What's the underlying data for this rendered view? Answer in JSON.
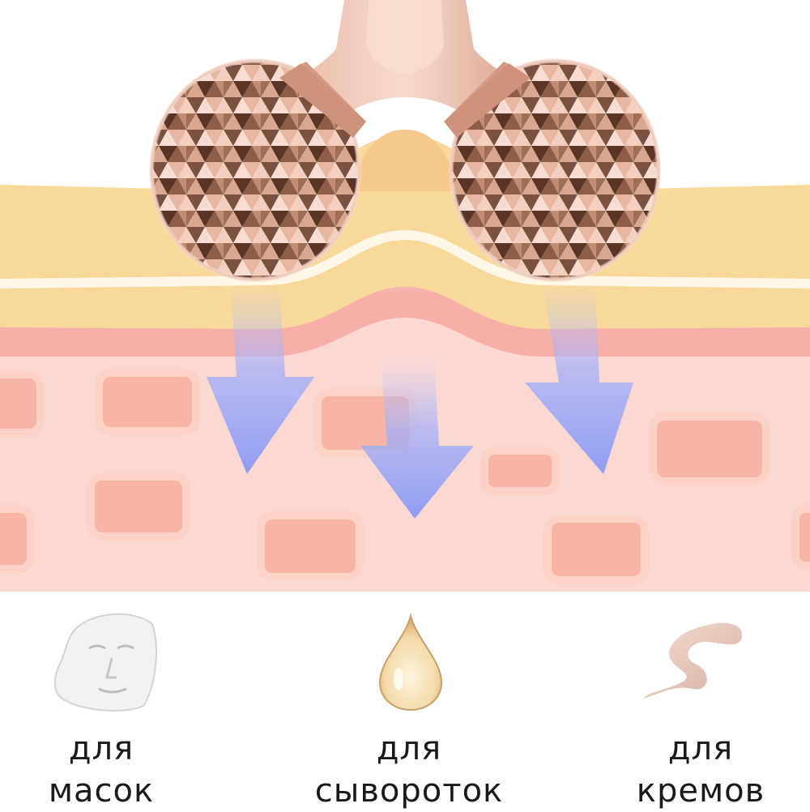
{
  "captions": [
    {
      "line1": "для",
      "line2": "масок"
    },
    {
      "line1": "для",
      "line2": "сыворотoк"
    },
    {
      "line1": "для",
      "line2": "кремов"
    }
  ],
  "icons": [
    "face-mask-icon",
    "serum-drop-icon",
    "cream-smear-icon"
  ],
  "colors": {
    "dermis": "#fbd9d2",
    "cell": "#f8b5a5",
    "epidermis": "#f7d89a",
    "arrow": "#9aa6f3",
    "roller_light": "#f2cfc0",
    "roller_dark": "#6e4634"
  }
}
